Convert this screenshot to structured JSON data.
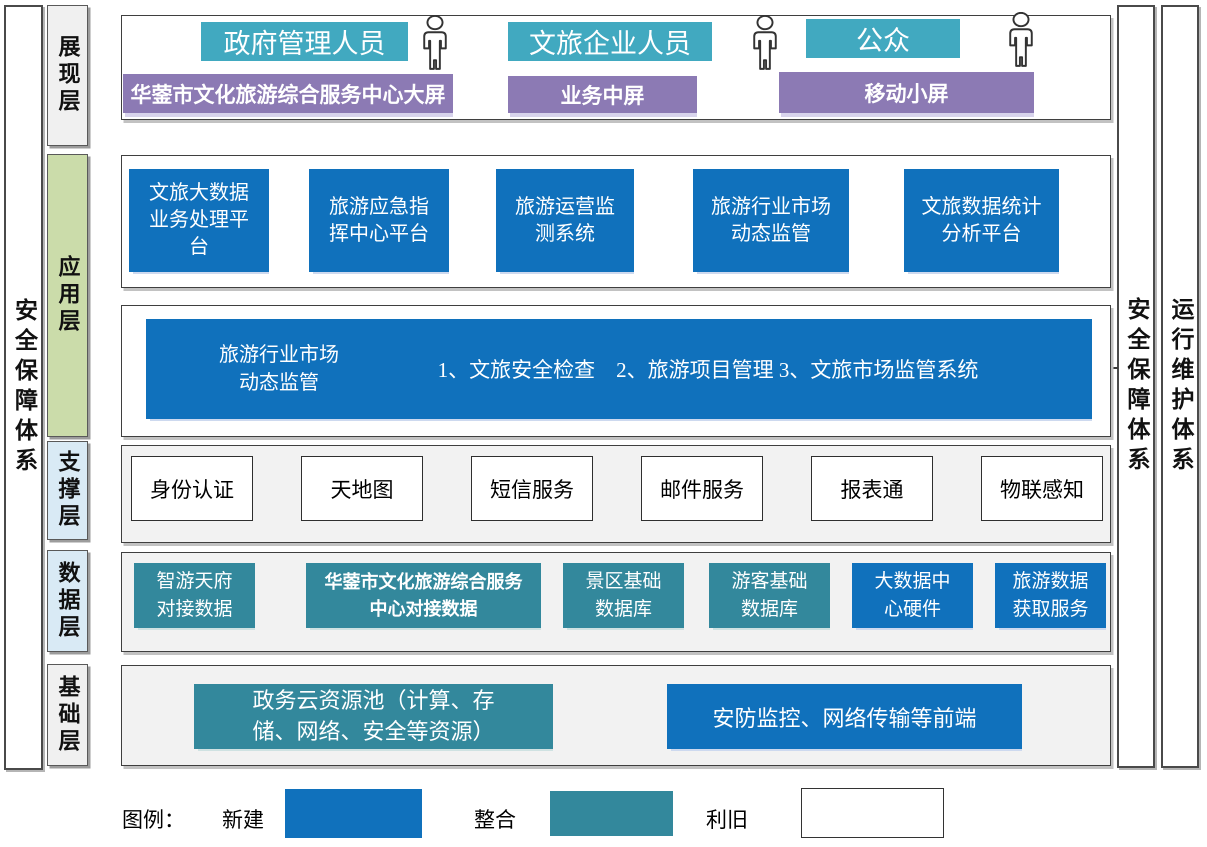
{
  "sidebars": {
    "left_security": "安全保障体系",
    "right_security": "安全保障体系",
    "right_operations": "运行维护体系"
  },
  "layers": [
    {
      "label": "展现层"
    },
    {
      "label": "应用层"
    },
    {
      "label": "支撑层"
    },
    {
      "label": "数据层"
    },
    {
      "label": "基础层"
    }
  ],
  "presentation": {
    "personas": [
      "政府管理人员",
      "文旅企业人员",
      "公众"
    ],
    "person_icon": "person-outline-icon",
    "screens": [
      "华蓥市文化旅游综合服务中心大屏",
      "业务中屏",
      "移动小屏"
    ]
  },
  "application": {
    "platforms": [
      "文旅大数据\n业务处理平\n台",
      "旅游应急指\n挥中心平台",
      "旅游运营监\n测系统",
      "旅游行业市场\n动态监管",
      "文旅数据统计\n分析平台"
    ],
    "market_supervision": {
      "title": "旅游行业市场\n动态监管",
      "items": "1、文旅安全检查　2、旅游项目管理 3、文旅市场监管系统"
    }
  },
  "support": {
    "services": [
      "身份认证",
      "天地图",
      "短信服务",
      "邮件服务",
      "报表通",
      "物联感知"
    ]
  },
  "data_layer": {
    "sources": [
      {
        "label": "智游天府\n对接数据",
        "type": "integrate"
      },
      {
        "label": "华蓥市文化旅游综合服务\n中心对接数据",
        "type": "integrate"
      },
      {
        "label": "景区基础\n数据库",
        "type": "integrate"
      },
      {
        "label": "游客基础\n数据库",
        "type": "integrate"
      },
      {
        "label": "大数据中\n心硬件",
        "type": "new"
      },
      {
        "label": "旅游数据\n获取服务",
        "type": "new"
      }
    ]
  },
  "infrastructure": {
    "cloud_pool": "政务云资源池（计算、存\n储、网络、安全等资源）",
    "front_end": "安防监控、网络传输等前端"
  },
  "legend": {
    "title": "图例：",
    "items": [
      {
        "label": "新建",
        "color": "#1071bc"
      },
      {
        "label": "整合",
        "color": "#33889c"
      },
      {
        "label": "利旧",
        "color": "#ffffff"
      }
    ]
  },
  "colors": {
    "new_blue": "#1071bc",
    "integrate_teal": "#33889c",
    "persona_teal": "#41a9c0",
    "screen_purple": "#8c7ab4",
    "app_layer_green": "#cbdcaa",
    "support_data_blue": "#d9eaf5",
    "layer_gray": "#f0f0f0"
  }
}
